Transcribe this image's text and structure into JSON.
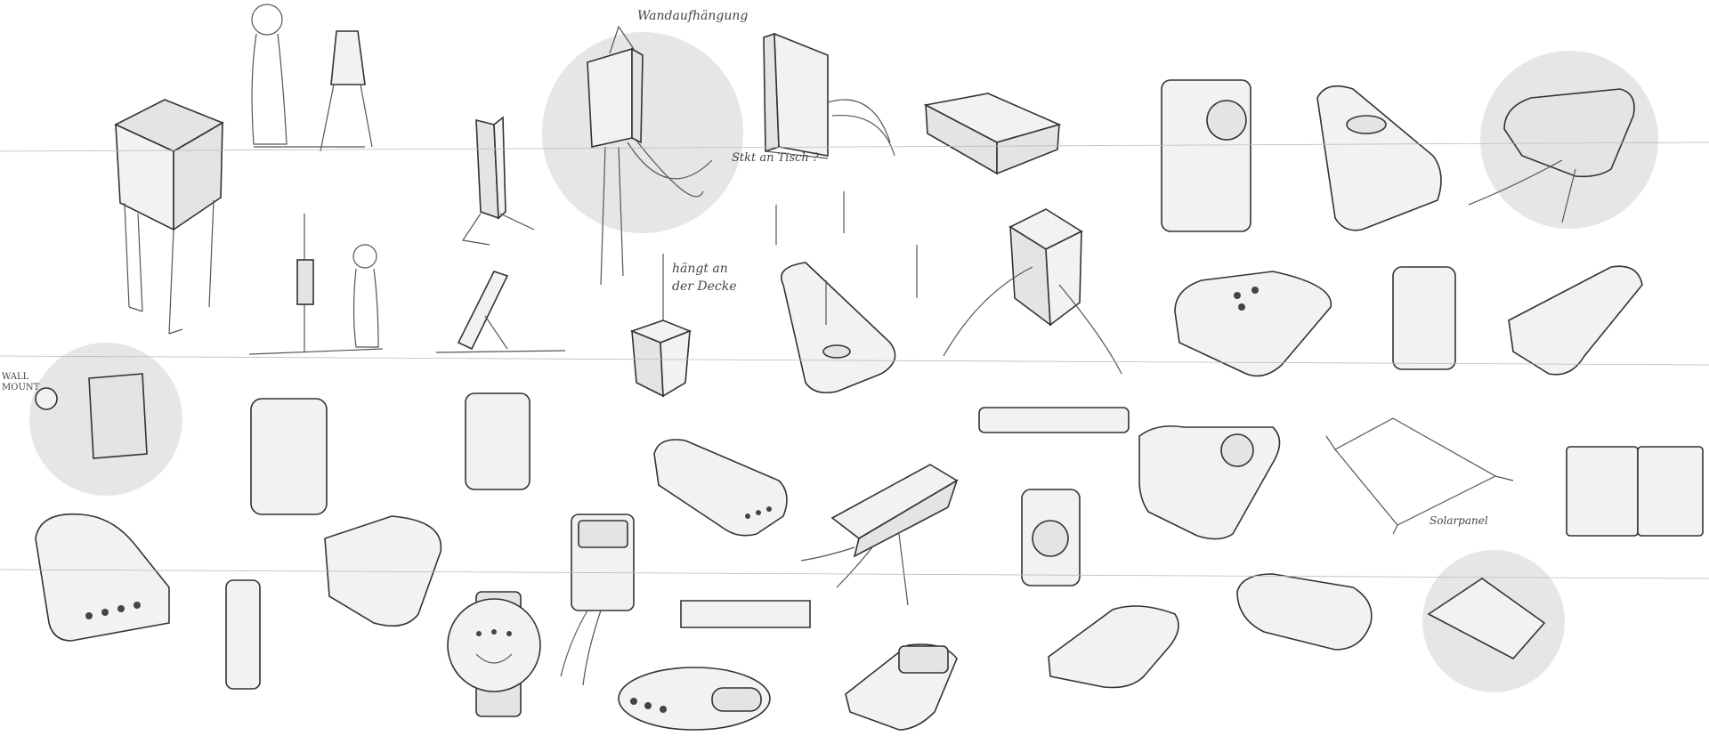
{
  "annotations": {
    "wall_hanging": "Wandaufhängung",
    "table_stand": "Stkt an Tisch ?",
    "ceiling": "hängt an der Decke",
    "wall_mount_1": "WALL",
    "wall_mount_2": "MOUNT",
    "solar": "Solarpanel"
  },
  "colors": {
    "highlight_circle": "#e6e6e6",
    "stroke": "#333333"
  }
}
